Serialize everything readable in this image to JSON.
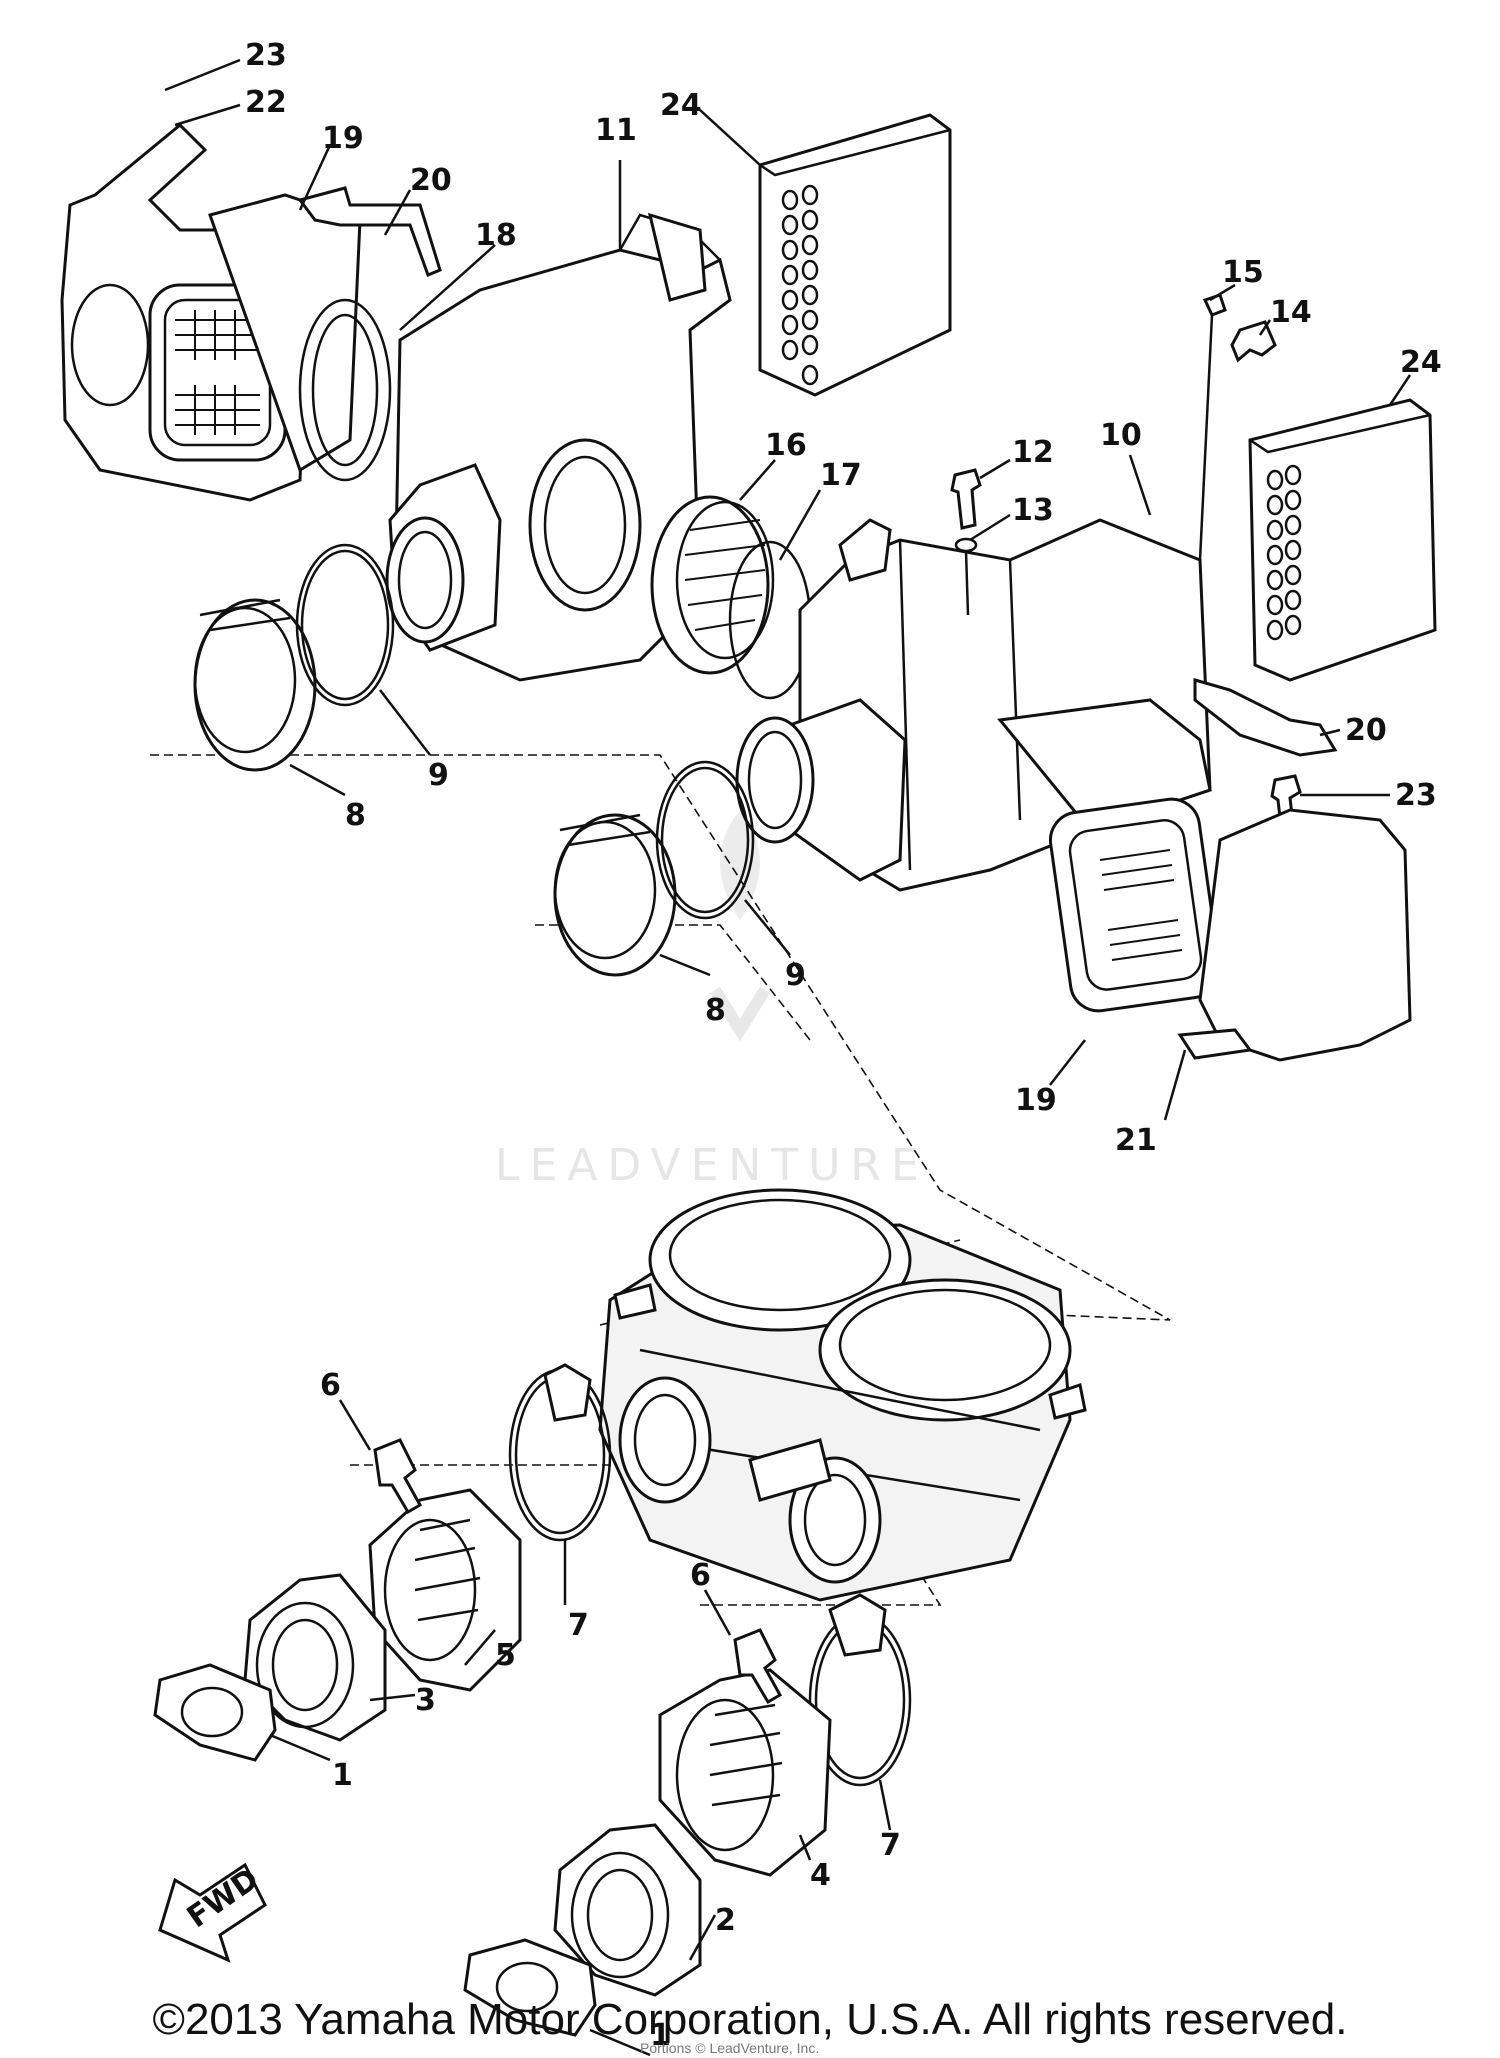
{
  "diagram": {
    "callouts": {
      "c23a": "23",
      "c22": "22",
      "c19a": "19",
      "c20a": "20",
      "c18": "18",
      "c11": "11",
      "c24a": "24",
      "c15": "15",
      "c14": "14",
      "c24b": "24",
      "c12": "12",
      "c10": "10",
      "c16": "16",
      "c17": "17",
      "c13": "13",
      "c9a": "9",
      "c8a": "8",
      "c20b": "20",
      "c23b": "23",
      "c9b": "9",
      "c8b": "8",
      "c19b": "19",
      "c21": "21",
      "c6a": "6",
      "c7a": "7",
      "c5": "5",
      "c3": "3",
      "c1a": "1",
      "c6b": "6",
      "c4": "4",
      "c7b": "7",
      "c2": "2",
      "c1b": "1"
    },
    "fwd_label": "FWD",
    "watermark": "LEADVENTURE"
  },
  "footer": {
    "copyright": "©2013 Yamaha Motor Corporation, U.S.A. All rights reserved.",
    "fine_print": "Portions © LeadVenture, Inc."
  }
}
